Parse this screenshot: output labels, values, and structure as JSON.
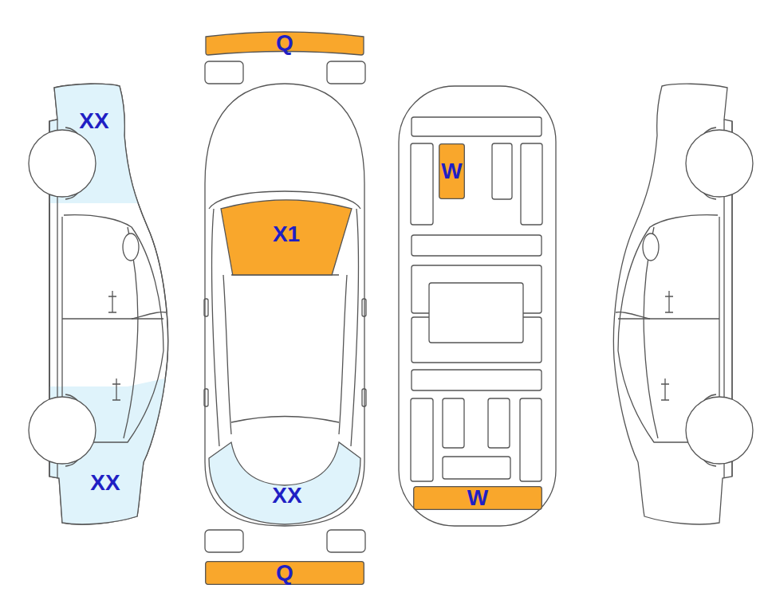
{
  "diagram": {
    "nodes": [
      {
        "text": [
          "Q"
        ]
      },
      {
        "text": [
          "W"
        ]
      },
      {
        "text": [
          "X1"
        ]
      },
      {
        "text": [
          "W"
        ]
      },
      {
        "text": [
          "Q"
        ]
      }
    ],
    "labels": [
      "XX",
      "XX",
      "XX"
    ]
  }
}
